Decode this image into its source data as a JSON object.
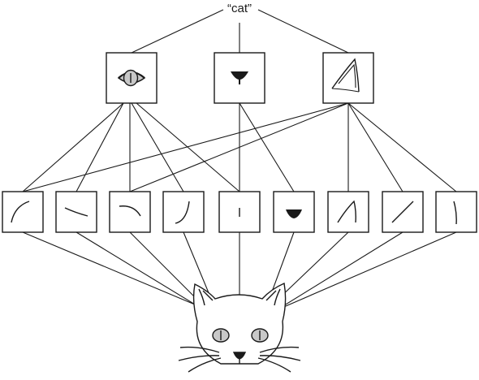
{
  "label": "“cat”",
  "colors": {
    "stroke": "#1a1a1a",
    "fill": "#1a1a1a",
    "eye_fill": "#c8c8c8",
    "background": "#ffffff"
  },
  "nodes": {
    "top_level": [
      {
        "name": "eye-feature-box",
        "icon": "eye-icon"
      },
      {
        "name": "nose-feature-box",
        "icon": "nose-icon"
      },
      {
        "name": "ear-feature-box",
        "icon": "ear-icon"
      }
    ],
    "bottom_level": [
      {
        "name": "edge-feature-1",
        "icon": "curve-up-left-icon"
      },
      {
        "name": "edge-feature-2",
        "icon": "curve-down-icon"
      },
      {
        "name": "edge-feature-3",
        "icon": "curve-arc-icon"
      },
      {
        "name": "edge-feature-4",
        "icon": "curve-hook-icon"
      },
      {
        "name": "edge-feature-5",
        "icon": "vertical-tick-icon"
      },
      {
        "name": "edge-feature-6",
        "icon": "nose-shape-icon"
      },
      {
        "name": "edge-feature-7",
        "icon": "ear-curve-icon"
      },
      {
        "name": "edge-feature-8",
        "icon": "diagonal-line-icon"
      },
      {
        "name": "edge-feature-9",
        "icon": "slight-vertical-icon"
      }
    ],
    "input": {
      "name": "cat-face-input",
      "icon": "cat-face-icon"
    }
  }
}
